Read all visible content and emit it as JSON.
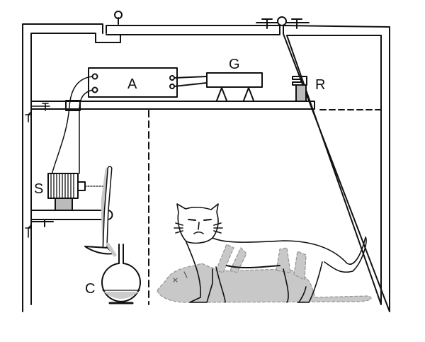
{
  "diagram": {
    "title": "",
    "labels": {
      "A": "A",
      "G": "G",
      "R": "R",
      "S": "S",
      "C": "C"
    },
    "components": [
      {
        "id": "A",
        "name": "amplifier box"
      },
      {
        "id": "G",
        "name": "geiger counter"
      },
      {
        "id": "R",
        "name": "radioactive source"
      },
      {
        "id": "S",
        "name": "solenoid / relay"
      },
      {
        "id": "C",
        "name": "poison flask"
      }
    ],
    "colors": {
      "ink": "#111111",
      "ghost": "#c8c8c8",
      "background": "#ffffff"
    }
  }
}
